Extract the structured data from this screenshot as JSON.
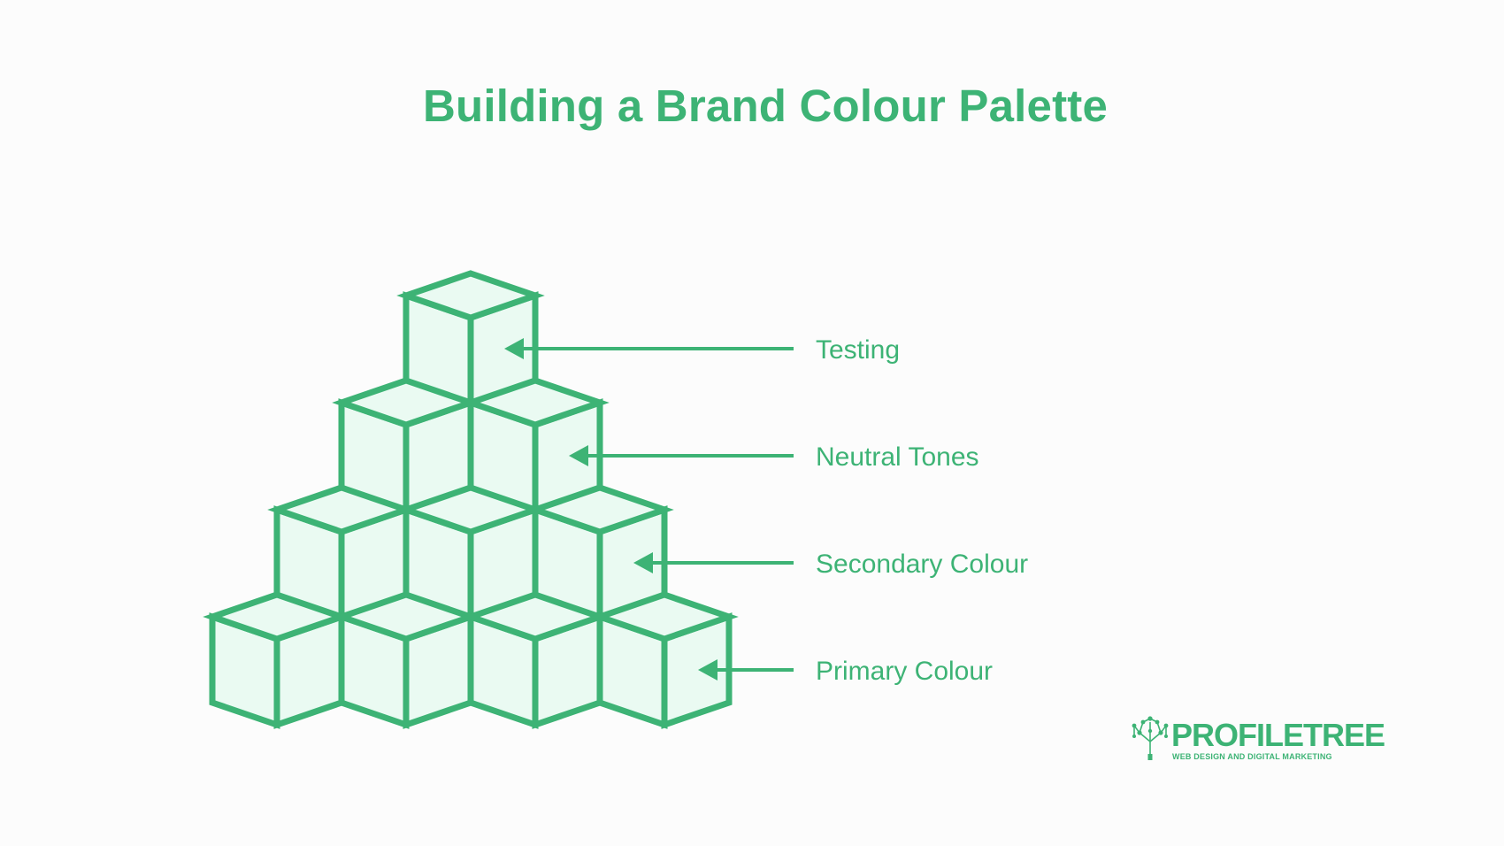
{
  "title": "Building a Brand Colour Palette",
  "colors": {
    "accent": "#3db375",
    "cube_fill": "#eafaf2",
    "background": "#fcfcfc"
  },
  "layers": [
    {
      "label": "Testing",
      "cubes": 1
    },
    {
      "label": "Neutral Tones",
      "cubes": 2
    },
    {
      "label": "Secondary Colour",
      "cubes": 3
    },
    {
      "label": "Primary Colour",
      "cubes": 4
    }
  ],
  "logo": {
    "name": "PROFILETREE",
    "tagline": "WEB DESIGN AND DIGITAL MARKETING"
  }
}
